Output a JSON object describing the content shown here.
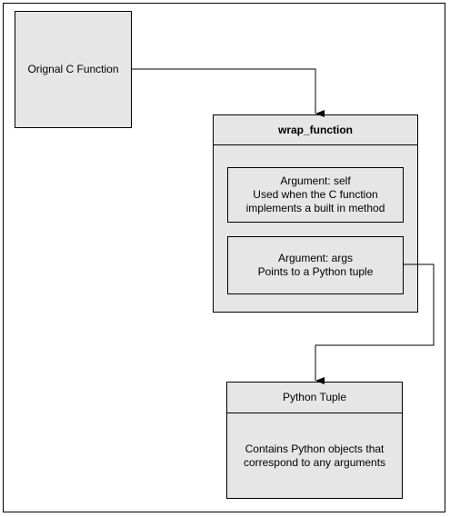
{
  "colors": {
    "box_fill": "#e6e6e6",
    "stroke": "#000000",
    "background": "#ffffff"
  },
  "nodes": {
    "orig_c_function": {
      "label": "Orignal C Function"
    },
    "wrap_function": {
      "title": "wrap_function",
      "arg_self": {
        "line1": "Argument: self",
        "line2": "Used when the C function",
        "line3": "implements a built in method"
      },
      "arg_args": {
        "line1": "Argument: args",
        "line2": "Points to a Python tuple"
      }
    },
    "python_tuple": {
      "title": "Python Tuple",
      "line1": "Contains Python objects that",
      "line2": "correspond to any arguments"
    }
  },
  "edges": [
    {
      "from": "orig_c_function",
      "to": "wrap_function"
    },
    {
      "from": "arg_args",
      "to": "python_tuple"
    }
  ]
}
